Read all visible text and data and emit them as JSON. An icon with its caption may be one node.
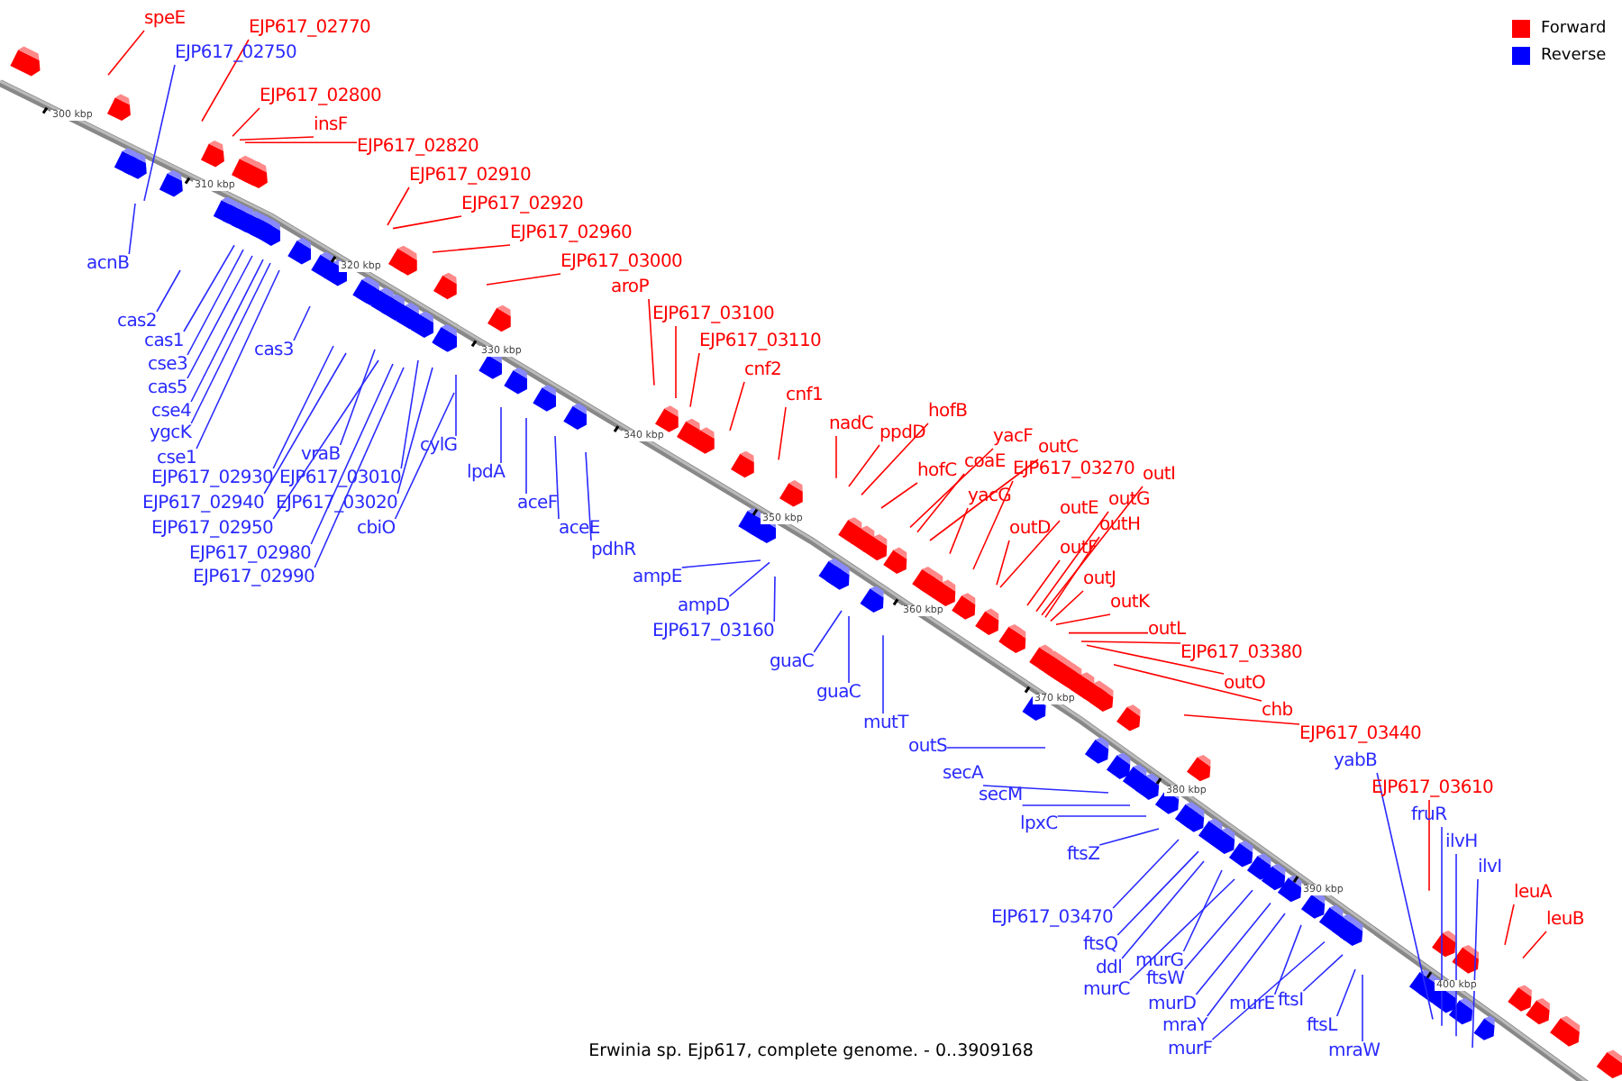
{
  "diagram": {
    "caption": "Erwinia sp. Ejp617, complete genome. - 0..3909168",
    "nodes": [
      {
        "text": [
          "speE"
        ]
      },
      {
        "text": [
          "EJP617_02770"
        ]
      },
      {
        "text": [
          "EJP617_02750"
        ]
      },
      {
        "text": [
          "EJP617_02800"
        ]
      },
      {
        "text": [
          "insF"
        ]
      },
      {
        "text": [
          "EJP617_02820"
        ]
      },
      {
        "text": [
          "EJP617_02910"
        ]
      },
      {
        "text": [
          "EJP617_02920"
        ]
      },
      {
        "text": [
          "EJP617_02960"
        ]
      },
      {
        "text": [
          "EJP617_03000"
        ]
      },
      {
        "text": [
          "aroP"
        ]
      },
      {
        "text": [
          "EJP617_03100"
        ]
      },
      {
        "text": [
          "EJP617_03110"
        ]
      },
      {
        "text": [
          "cnf2"
        ]
      },
      {
        "text": [
          "cnf1"
        ]
      },
      {
        "text": [
          "nadC"
        ]
      },
      {
        "text": [
          "ppdD"
        ]
      },
      {
        "text": [
          "hofB"
        ]
      },
      {
        "text": [
          "hofC"
        ]
      },
      {
        "text": [
          "yacF"
        ]
      },
      {
        "text": [
          "coaE"
        ]
      },
      {
        "text": [
          "yacG"
        ]
      },
      {
        "text": [
          "outC"
        ]
      },
      {
        "text": [
          "EJP617_03270"
        ]
      },
      {
        "text": [
          "outI"
        ]
      },
      {
        "text": [
          "outE"
        ]
      },
      {
        "text": [
          "outG"
        ]
      },
      {
        "text": [
          "outD"
        ]
      },
      {
        "text": [
          "outH"
        ]
      },
      {
        "text": [
          "outF"
        ]
      },
      {
        "text": [
          "outJ"
        ]
      },
      {
        "text": [
          "outK"
        ]
      },
      {
        "text": [
          "outL"
        ]
      },
      {
        "text": [
          "EJP617_03380"
        ]
      },
      {
        "text": [
          "outO"
        ]
      },
      {
        "text": [
          "chb"
        ]
      },
      {
        "text": [
          "EJP617_03440"
        ]
      },
      {
        "text": [
          "EJP617_03610"
        ]
      },
      {
        "text": [
          "leuA"
        ]
      },
      {
        "text": [
          "leuB"
        ]
      },
      {
        "text": [
          "acnB"
        ]
      },
      {
        "text": [
          "cas2"
        ]
      },
      {
        "text": [
          "cas1"
        ]
      },
      {
        "text": [
          "cse3"
        ]
      },
      {
        "text": [
          "cas5"
        ]
      },
      {
        "text": [
          "cse4"
        ]
      },
      {
        "text": [
          "ygcK"
        ]
      },
      {
        "text": [
          "cse1"
        ]
      },
      {
        "text": [
          "cas3"
        ]
      },
      {
        "text": [
          "EJP617_02930"
        ]
      },
      {
        "text": [
          "EJP617_02940"
        ]
      },
      {
        "text": [
          "EJP617_02950"
        ]
      },
      {
        "text": [
          "EJP617_02980"
        ]
      },
      {
        "text": [
          "EJP617_02990"
        ]
      },
      {
        "text": [
          "vraB"
        ]
      },
      {
        "text": [
          "EJP617_03010"
        ]
      },
      {
        "text": [
          "EJP617_03020"
        ]
      },
      {
        "text": [
          "cbiO"
        ]
      },
      {
        "text": [
          "cylG"
        ]
      },
      {
        "text": [
          "lpdA"
        ]
      },
      {
        "text": [
          "aceF"
        ]
      },
      {
        "text": [
          "aceE"
        ]
      },
      {
        "text": [
          "pdhR"
        ]
      },
      {
        "text": [
          "ampE"
        ]
      },
      {
        "text": [
          "ampD"
        ]
      },
      {
        "text": [
          "EJP617_03160"
        ]
      },
      {
        "text": [
          "guaC"
        ]
      },
      {
        "text": [
          "guaC"
        ]
      },
      {
        "text": [
          "mutT"
        ]
      },
      {
        "text": [
          "outS"
        ]
      },
      {
        "text": [
          "secA"
        ]
      },
      {
        "text": [
          "secM"
        ]
      },
      {
        "text": [
          "lpxC"
        ]
      },
      {
        "text": [
          "ftsZ"
        ]
      },
      {
        "text": [
          "EJP617_03470"
        ]
      },
      {
        "text": [
          "ftsQ"
        ]
      },
      {
        "text": [
          "ddl"
        ]
      },
      {
        "text": [
          "murG"
        ]
      },
      {
        "text": [
          "murC"
        ]
      },
      {
        "text": [
          "ftsW"
        ]
      },
      {
        "text": [
          "murD"
        ]
      },
      {
        "text": [
          "mraY"
        ]
      },
      {
        "text": [
          "murE"
        ]
      },
      {
        "text": [
          "murF"
        ]
      },
      {
        "text": [
          "ftsI"
        ]
      },
      {
        "text": [
          "ftsL"
        ]
      },
      {
        "text": [
          "mraW"
        ]
      },
      {
        "text": [
          "yabB"
        ]
      },
      {
        "text": [
          "fruR"
        ]
      },
      {
        "text": [
          "ilvH"
        ]
      },
      {
        "text": [
          "ilvI"
        ]
      }
    ],
    "edges": [
      {
        "from": 0,
        "to": null,
        "arrow": "none",
        "color": "#ff0000"
      },
      {
        "from": 1,
        "to": null,
        "arrow": "none",
        "color": "#ff0000"
      },
      {
        "from": 2,
        "to": null,
        "arrow": "none"
      },
      {
        "from": 3,
        "to": null,
        "arrow": "none",
        "color": "#ff0000"
      },
      {
        "from": 4,
        "to": null,
        "arrow": "none",
        "color": "#ff0000"
      },
      {
        "from": 5,
        "to": null,
        "arrow": "none",
        "color": "#ff0000"
      },
      {
        "from": 6,
        "to": null,
        "arrow": "none",
        "color": "#ff0000"
      },
      {
        "from": 7,
        "to": null,
        "arrow": "none",
        "color": "#ff0000"
      },
      {
        "from": 8,
        "to": null,
        "arrow": "none",
        "color": "#ff0000"
      },
      {
        "from": 9,
        "to": null,
        "arrow": "none",
        "color": "#ff0000"
      },
      {
        "from": 10,
        "to": null,
        "arrow": "none",
        "color": "#ff0000"
      },
      {
        "from": 11,
        "to": null,
        "arrow": "none",
        "color": "#ff0000"
      },
      {
        "from": 12,
        "to": null,
        "arrow": "none",
        "color": "#ff0000"
      },
      {
        "from": 13,
        "to": null,
        "arrow": "none",
        "color": "#ff0000"
      },
      {
        "from": 14,
        "to": null,
        "arrow": "none",
        "color": "#ff0000"
      },
      {
        "from": 15,
        "to": null,
        "arrow": "none",
        "color": "#ff0000"
      },
      {
        "from": 16,
        "to": null,
        "arrow": "none",
        "color": "#ff0000"
      },
      {
        "from": 17,
        "to": null,
        "arrow": "none",
        "color": "#ff0000"
      },
      {
        "from": 18,
        "to": null,
        "arrow": "none",
        "color": "#ff0000"
      },
      {
        "from": 19,
        "to": null,
        "arrow": "none",
        "color": "#ff0000"
      },
      {
        "from": 20,
        "to": null,
        "arrow": "none",
        "color": "#ff0000"
      },
      {
        "from": 21,
        "to": null,
        "arrow": "none",
        "color": "#ff0000"
      },
      {
        "from": 22,
        "to": null,
        "arrow": "none",
        "color": "#ff0000"
      },
      {
        "from": 23,
        "to": null,
        "arrow": "none",
        "color": "#ff0000"
      },
      {
        "from": 24,
        "to": null,
        "arrow": "none",
        "color": "#ff0000"
      },
      {
        "from": 25,
        "to": null,
        "arrow": "none",
        "color": "#ff0000"
      },
      {
        "from": 26,
        "to": null,
        "arrow": "none",
        "color": "#ff0000"
      },
      {
        "from": 27,
        "to": null,
        "arrow": "none",
        "color": "#ff0000"
      },
      {
        "from": 28,
        "to": null,
        "arrow": "none",
        "color": "#ff0000"
      },
      {
        "from": 29,
        "to": null,
        "arrow": "none",
        "color": "#ff0000"
      },
      {
        "from": 30,
        "to": null,
        "arrow": "none",
        "color": "#ff0000"
      },
      {
        "from": 31,
        "to": null,
        "arrow": "none",
        "color": "#ff0000"
      },
      {
        "from": 32,
        "to": null,
        "arrow": "none",
        "color": "#ff0000"
      },
      {
        "from": 33,
        "to": null,
        "arrow": "none",
        "color": "#ff0000"
      },
      {
        "from": 34,
        "to": null,
        "arrow": "none",
        "color": "#ff0000"
      },
      {
        "from": 35,
        "to": null,
        "arrow": "none",
        "color": "#ff0000"
      },
      {
        "from": 36,
        "to": null,
        "arrow": "none",
        "color": "#ff0000"
      },
      {
        "from": 37,
        "to": null,
        "arrow": "none",
        "color": "#ff0000"
      },
      {
        "from": 38,
        "to": null,
        "arrow": "none",
        "color": "#ff0000"
      },
      {
        "from": 39,
        "to": null,
        "arrow": "none",
        "color": "#ff0000"
      },
      {
        "from": 40,
        "to": null,
        "arrow": "none"
      },
      {
        "from": 41,
        "to": null,
        "arrow": "none"
      },
      {
        "from": 42,
        "to": null,
        "arrow": "none"
      },
      {
        "from": 43,
        "to": null,
        "arrow": "none"
      },
      {
        "from": 44,
        "to": null,
        "arrow": "none"
      },
      {
        "from": 45,
        "to": null,
        "arrow": "none"
      },
      {
        "from": 46,
        "to": null,
        "arrow": "none"
      },
      {
        "from": 47,
        "to": null,
        "arrow": "none"
      },
      {
        "from": 48,
        "to": null,
        "arrow": "none"
      },
      {
        "from": 49,
        "to": null,
        "arrow": "none"
      },
      {
        "from": 50,
        "to": null,
        "arrow": "none"
      },
      {
        "from": 51,
        "to": null,
        "arrow": "none"
      },
      {
        "from": 52,
        "to": null,
        "arrow": "none"
      },
      {
        "from": 53,
        "to": null,
        "arrow": "none"
      },
      {
        "from": 54,
        "to": null,
        "arrow": "none"
      },
      {
        "from": 55,
        "to": null,
        "arrow": "none"
      },
      {
        "from": 56,
        "to": null,
        "arrow": "none"
      },
      {
        "from": 57,
        "to": null,
        "arrow": "none"
      },
      {
        "from": 58,
        "to": null,
        "arrow": "none"
      },
      {
        "from": 59,
        "to": null,
        "arrow": "none"
      },
      {
        "from": 60,
        "to": null,
        "arrow": "none"
      },
      {
        "from": 61,
        "to": null,
        "arrow": "none"
      },
      {
        "from": 62,
        "to": null,
        "arrow": "none"
      },
      {
        "from": 63,
        "to": null,
        "arrow": "none"
      },
      {
        "from": 64,
        "to": null,
        "arrow": "none"
      },
      {
        "from": 65,
        "to": null,
        "arrow": "none"
      },
      {
        "from": 66,
        "to": null,
        "arrow": "none"
      },
      {
        "from": 67,
        "to": null,
        "arrow": "none"
      },
      {
        "from": 68,
        "to": null,
        "arrow": "none"
      },
      {
        "from": 69,
        "to": null,
        "arrow": "none"
      },
      {
        "from": 70,
        "to": null,
        "arrow": "none"
      },
      {
        "from": 71,
        "to": null,
        "arrow": "none"
      },
      {
        "from": 72,
        "to": null,
        "arrow": "none"
      },
      {
        "from": 73,
        "to": null,
        "arrow": "none"
      },
      {
        "from": 74,
        "to": null,
        "arrow": "none"
      },
      {
        "from": 75,
        "to": null,
        "arrow": "none"
      },
      {
        "from": 76,
        "to": null,
        "arrow": "none"
      },
      {
        "from": 77,
        "to": null,
        "arrow": "none"
      },
      {
        "from": 78,
        "to": null,
        "arrow": "none"
      },
      {
        "from": 79,
        "to": null,
        "arrow": "none"
      },
      {
        "from": 80,
        "to": null,
        "arrow": "none"
      },
      {
        "from": 81,
        "to": null,
        "arrow": "none"
      },
      {
        "from": 82,
        "to": null,
        "arrow": "none"
      },
      {
        "from": 83,
        "to": null,
        "arrow": "none"
      },
      {
        "from": 84,
        "to": null,
        "arrow": "none"
      },
      {
        "from": 85,
        "to": null,
        "arrow": "none"
      },
      {
        "from": 86,
        "to": null,
        "arrow": "none"
      },
      {
        "from": 87,
        "to": null,
        "arrow": "none"
      },
      {
        "from": 88,
        "to": null,
        "arrow": "none"
      },
      {
        "from": 89,
        "to": null,
        "arrow": "none"
      },
      {
        "from": 90,
        "to": null,
        "arrow": "none"
      }
    ],
    "labels": [
      "300 kbp",
      "310 kbp",
      "320 kbp",
      "330 kbp",
      "340 kbp",
      "350 kbp",
      "360 kbp",
      "370 kbp",
      "380 kbp",
      "390 kbp",
      "400 kbp"
    ],
    "legend": [
      {
        "text": "Forward",
        "color": "#ff0000"
      },
      {
        "text": "Reverse",
        "color": "#0000ff"
      }
    ]
  }
}
